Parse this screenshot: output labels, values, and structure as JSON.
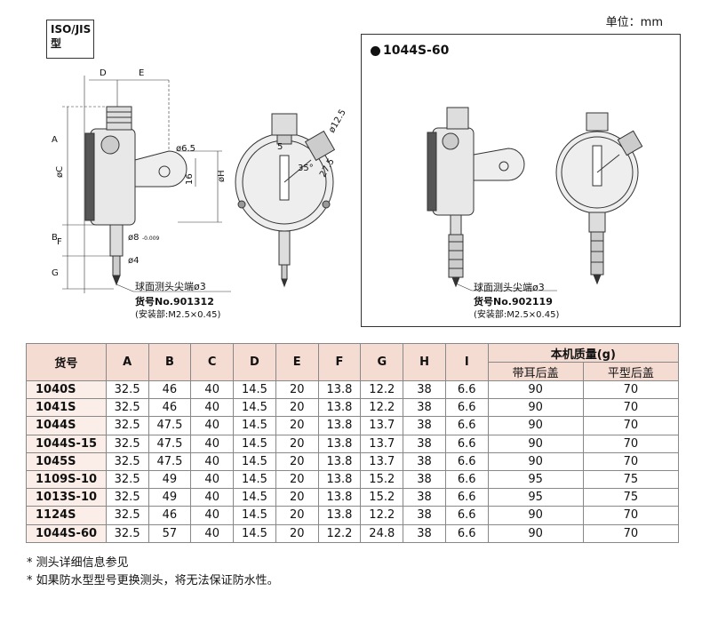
{
  "unit_label": "单位：mm",
  "badge": {
    "line1": "ISO/JIS",
    "line2": "型"
  },
  "variant_title": "1044S-60",
  "left_drawing": {
    "dim_labels": {
      "A": "A",
      "B": "B",
      "F": "F",
      "G": "G",
      "C": "øC",
      "D": "D",
      "E": "E",
      "H": "øH",
      "d65": "ø6.5",
      "d16": "16",
      "d8": "ø8",
      "d8_tol": "-0.009",
      "d4": "ø4",
      "d5": "5",
      "d35": "35°",
      "d275": "27.5",
      "d125": "ø12.5"
    },
    "tip_label": "球面测头尖端ø3",
    "part_no": "货号No.901312",
    "mount": "(安装部:M2.5×0.45)"
  },
  "right_drawing": {
    "tip_label": "球面测头尖端ø3",
    "part_no": "货号No.902119",
    "mount": "(安装部:M2.5×0.45)"
  },
  "table": {
    "headers": [
      "货号",
      "A",
      "B",
      "C",
      "D",
      "E",
      "F",
      "G",
      "H",
      "I"
    ],
    "mass_header": "本机质量(g)",
    "mass_sub": [
      "带耳后盖",
      "平型后盖"
    ],
    "rows": [
      [
        "1040S",
        "32.5",
        "46",
        "40",
        "14.5",
        "20",
        "13.8",
        "12.2",
        "38",
        "6.6",
        "90",
        "70"
      ],
      [
        "1041S",
        "32.5",
        "46",
        "40",
        "14.5",
        "20",
        "13.8",
        "12.2",
        "38",
        "6.6",
        "90",
        "70"
      ],
      [
        "1044S",
        "32.5",
        "47.5",
        "40",
        "14.5",
        "20",
        "13.8",
        "13.7",
        "38",
        "6.6",
        "90",
        "70"
      ],
      [
        "1044S-15",
        "32.5",
        "47.5",
        "40",
        "14.5",
        "20",
        "13.8",
        "13.7",
        "38",
        "6.6",
        "90",
        "70"
      ],
      [
        "1045S",
        "32.5",
        "47.5",
        "40",
        "14.5",
        "20",
        "13.8",
        "13.7",
        "38",
        "6.6",
        "90",
        "70"
      ],
      [
        "1109S-10",
        "32.5",
        "49",
        "40",
        "14.5",
        "20",
        "13.8",
        "15.2",
        "38",
        "6.6",
        "95",
        "75"
      ],
      [
        "1013S-10",
        "32.5",
        "49",
        "40",
        "14.5",
        "20",
        "13.8",
        "15.2",
        "38",
        "6.6",
        "95",
        "75"
      ],
      [
        "1124S",
        "32.5",
        "46",
        "40",
        "14.5",
        "20",
        "13.8",
        "12.2",
        "38",
        "6.6",
        "90",
        "70"
      ],
      [
        "1044S-60",
        "32.5",
        "57",
        "40",
        "14.5",
        "20",
        "12.2",
        "24.8",
        "38",
        "6.6",
        "90",
        "70"
      ]
    ]
  },
  "notes": [
    "* 测头详细信息参见",
    "* 如果防水型型号更换测头，将无法保证防水性。"
  ]
}
